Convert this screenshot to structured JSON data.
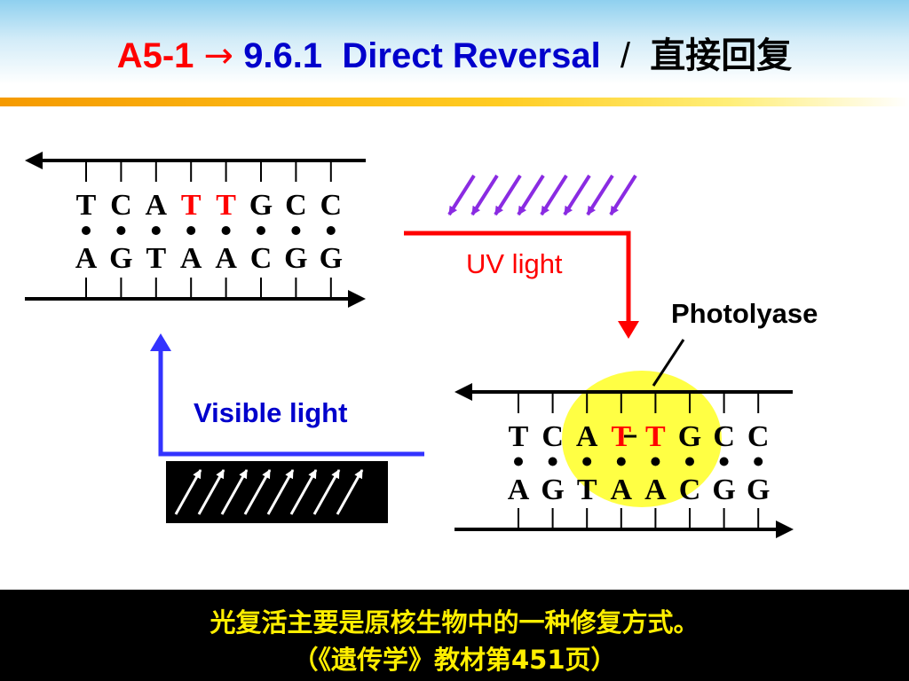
{
  "title": {
    "code": "A5-1",
    "arrow": "→",
    "section": "9.6.1",
    "name": "Direct Reversal",
    "separator": "/",
    "chinese": "直接回复"
  },
  "dna_top": {
    "upper_strand": [
      "T",
      "C",
      "A",
      "T",
      "T",
      "G",
      "C",
      "C"
    ],
    "lower_strand": [
      "A",
      "G",
      "T",
      "A",
      "A",
      "C",
      "G",
      "G"
    ],
    "highlight_color": "#ff0000"
  },
  "dna_bottom": {
    "upper_strand": [
      "T",
      "C",
      "A",
      "T",
      "T",
      "G",
      "C",
      "C"
    ],
    "lower_strand": [
      "A",
      "G",
      "T",
      "A",
      "A",
      "C",
      "G",
      "G"
    ],
    "enzyme_color": "#ffff44"
  },
  "labels": {
    "uv_light": "UV light",
    "photolyase": "Photolyase",
    "visible_light": "Visible light"
  },
  "colors": {
    "uv_arrow": "#ff0000",
    "uv_rays": "#8a2be2",
    "visible_arrow": "#3333ff",
    "title_blue": "#0000cc",
    "footer_text": "#ffee00"
  },
  "footer": {
    "line1": "光复活主要是原核生物中的一种修复方式。",
    "line2": "（《遗传学》教材第451页）"
  }
}
